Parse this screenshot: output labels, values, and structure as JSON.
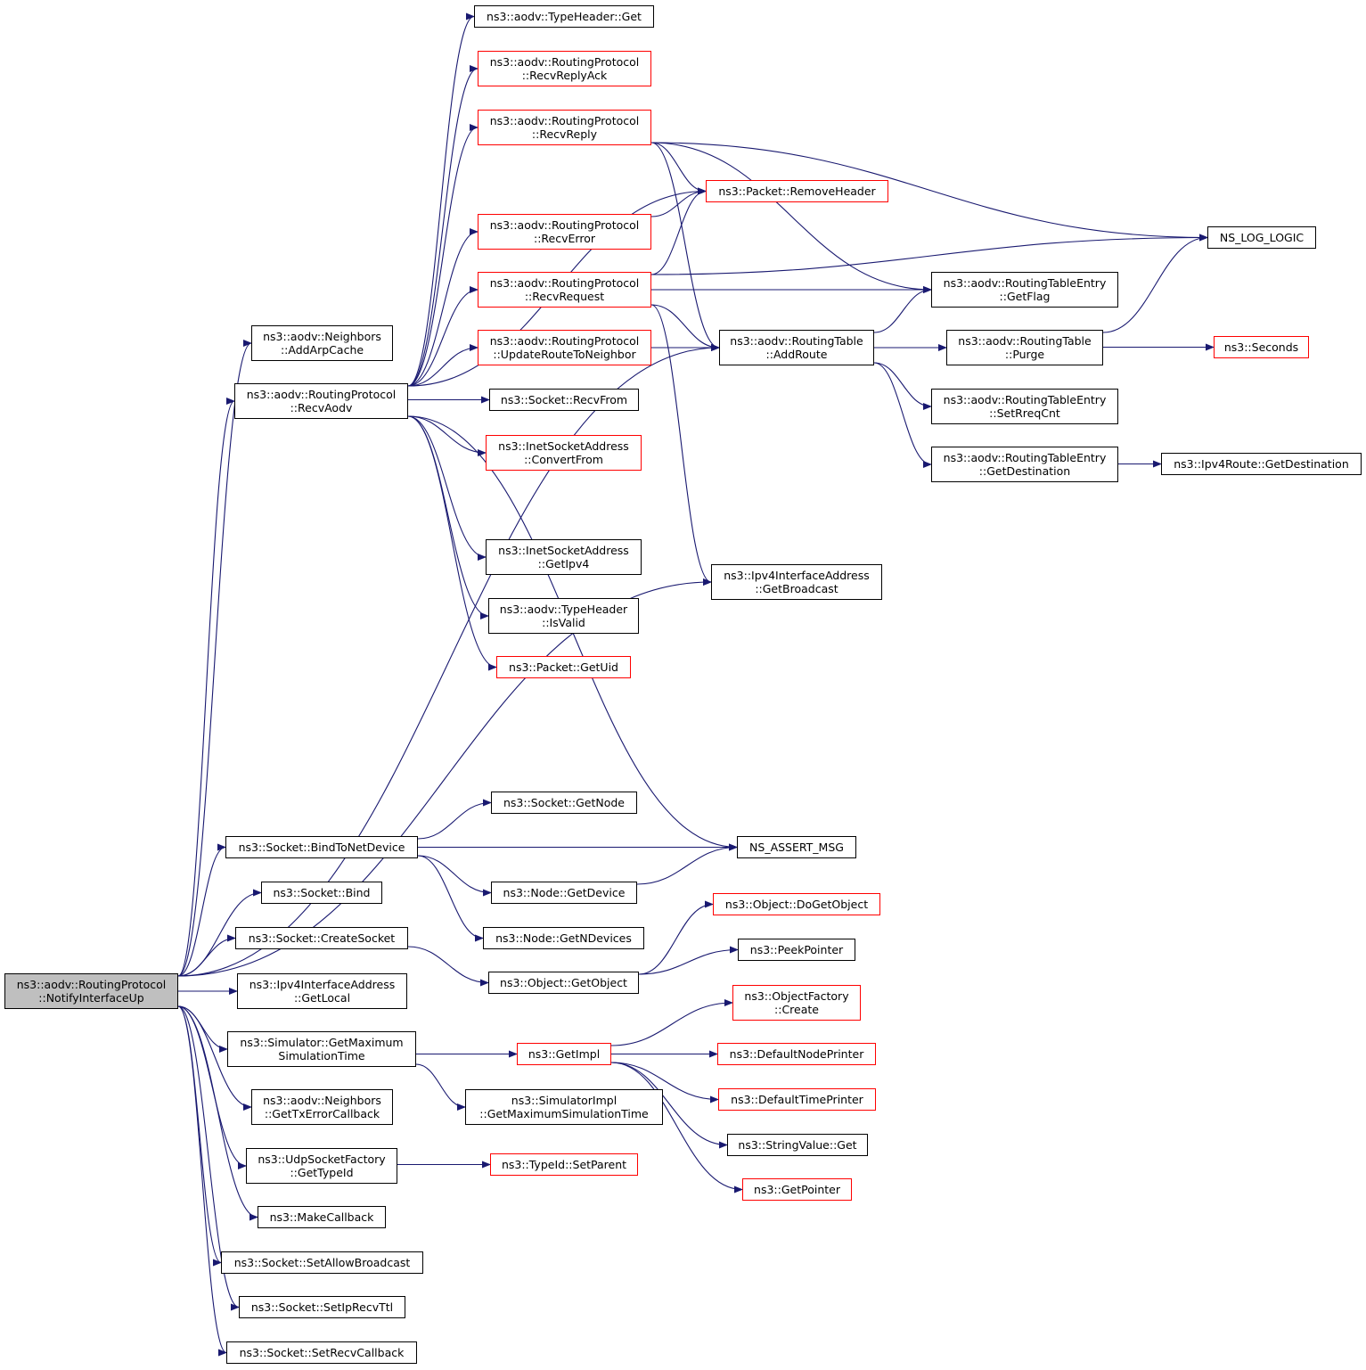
{
  "colors": {
    "edge": "#191970",
    "node_border": "#000000",
    "node_border_truncated": "#ff0000",
    "root_fill": "#bfbfbf"
  },
  "nodes": {
    "notify": {
      "l1": "ns3::aodv::RoutingProtocol",
      "l2": "::NotifyInterfaceUp",
      "border": "black"
    },
    "addarp": {
      "l1": "ns3::aodv::Neighbors",
      "l2": "::AddArpCache",
      "border": "black"
    },
    "recvaodv": {
      "l1": "ns3::aodv::RoutingProtocol",
      "l2": "::RecvAodv",
      "border": "black"
    },
    "typeget": {
      "l1": "ns3::aodv::TypeHeader::Get",
      "border": "black"
    },
    "recvreplyack": {
      "l1": "ns3::aodv::RoutingProtocol",
      "l2": "::RecvReplyAck",
      "border": "red"
    },
    "recvreply": {
      "l1": "ns3::aodv::RoutingProtocol",
      "l2": "::RecvReply",
      "border": "red"
    },
    "removeheader": {
      "l1": "ns3::Packet::RemoveHeader",
      "border": "red"
    },
    "recverror": {
      "l1": "ns3::aodv::RoutingProtocol",
      "l2": "::RecvError",
      "border": "red"
    },
    "recvrequest": {
      "l1": "ns3::aodv::RoutingProtocol",
      "l2": "::RecvRequest",
      "border": "red"
    },
    "updateroute": {
      "l1": "ns3::aodv::RoutingProtocol",
      "l2": "::UpdateRouteToNeighbor",
      "border": "red"
    },
    "recvfrom": {
      "l1": "ns3::Socket::RecvFrom",
      "border": "black"
    },
    "convertfrom": {
      "l1": "ns3::InetSocketAddress",
      "l2": "::ConvertFrom",
      "border": "red"
    },
    "getipv4": {
      "l1": "ns3::InetSocketAddress",
      "l2": "::GetIpv4",
      "border": "black"
    },
    "isvalid": {
      "l1": "ns3::aodv::TypeHeader",
      "l2": "::IsValid",
      "border": "black"
    },
    "getuid": {
      "l1": "ns3::Packet::GetUid",
      "border": "red"
    },
    "nsloglogic": {
      "l1": "NS_LOG_LOGIC",
      "border": "black"
    },
    "getflag": {
      "l1": "ns3::aodv::RoutingTableEntry",
      "l2": "::GetFlag",
      "border": "black"
    },
    "addroute": {
      "l1": "ns3::aodv::RoutingTable",
      "l2": "::AddRoute",
      "border": "black"
    },
    "purge": {
      "l1": "ns3::aodv::RoutingTable",
      "l2": "::Purge",
      "border": "black"
    },
    "seconds": {
      "l1": "ns3::Seconds",
      "border": "red"
    },
    "setrreqcnt": {
      "l1": "ns3::aodv::RoutingTableEntry",
      "l2": "::SetRreqCnt",
      "border": "black"
    },
    "getdestination": {
      "l1": "ns3::aodv::RoutingTableEntry",
      "l2": "::GetDestination",
      "border": "black"
    },
    "ipv4getdest": {
      "l1": "ns3::Ipv4Route::GetDestination",
      "border": "black"
    },
    "getbroadcast": {
      "l1": "ns3::Ipv4InterfaceAddress",
      "l2": "::GetBroadcast",
      "border": "black"
    },
    "sockgetnode": {
      "l1": "ns3::Socket::GetNode",
      "border": "black"
    },
    "bindtonet": {
      "l1": "ns3::Socket::BindToNetDevice",
      "border": "black"
    },
    "nsassert": {
      "l1": "NS_ASSERT_MSG",
      "border": "black"
    },
    "bind": {
      "l1": "ns3::Socket::Bind",
      "border": "black"
    },
    "nodegetdevice": {
      "l1": "ns3::Node::GetDevice",
      "border": "black"
    },
    "getndevices": {
      "l1": "ns3::Node::GetNDevices",
      "border": "black"
    },
    "dogetobject": {
      "l1": "ns3::Object::DoGetObject",
      "border": "red"
    },
    "createsocket": {
      "l1": "ns3::Socket::CreateSocket",
      "border": "black"
    },
    "peekpointer": {
      "l1": "ns3::PeekPointer",
      "border": "black"
    },
    "getobject": {
      "l1": "ns3::Object::GetObject",
      "border": "black"
    },
    "getlocal": {
      "l1": "ns3::Ipv4InterfaceAddress",
      "l2": "::GetLocal",
      "border": "black"
    },
    "objfactorycreate": {
      "l1": "ns3::ObjectFactory",
      "l2": "::Create",
      "border": "red"
    },
    "simmaxtime": {
      "l1": "ns3::Simulator::GetMaximum",
      "l2": "SimulationTime",
      "border": "black"
    },
    "getimpl": {
      "l1": "ns3::GetImpl",
      "border": "red"
    },
    "defnodeprinter": {
      "l1": "ns3::DefaultNodePrinter",
      "border": "red"
    },
    "simimplmax": {
      "l1": "ns3::SimulatorImpl",
      "l2": "::GetMaximumSimulationTime",
      "border": "black"
    },
    "deftimeprinter": {
      "l1": "ns3::DefaultTimePrinter",
      "border": "red"
    },
    "gettxerr": {
      "l1": "ns3::aodv::Neighbors",
      "l2": "::GetTxErrorCallback",
      "border": "black"
    },
    "stringvalueget": {
      "l1": "ns3::StringValue::Get",
      "border": "black"
    },
    "udpgettypeid": {
      "l1": "ns3::UdpSocketFactory",
      "l2": "::GetTypeId",
      "border": "black"
    },
    "setparent": {
      "l1": "ns3::TypeId::SetParent",
      "border": "red"
    },
    "getpointer": {
      "l1": "ns3::GetPointer",
      "border": "red"
    },
    "makecallback": {
      "l1": "ns3::MakeCallback",
      "border": "black"
    },
    "setallowbroadcast": {
      "l1": "ns3::Socket::SetAllowBroadcast",
      "border": "black"
    },
    "setiprecvttl": {
      "l1": "ns3::Socket::SetIpRecvTtl",
      "border": "black"
    },
    "setrecvcallback": {
      "l1": "ns3::Socket::SetRecvCallback",
      "border": "black"
    }
  },
  "edges": [
    [
      "notify",
      "addarp"
    ],
    [
      "notify",
      "recvaodv"
    ],
    [
      "notify",
      "addroute"
    ],
    [
      "notify",
      "getbroadcast"
    ],
    [
      "notify",
      "bindtonet"
    ],
    [
      "notify",
      "bind"
    ],
    [
      "notify",
      "createsocket"
    ],
    [
      "notify",
      "getlocal"
    ],
    [
      "notify",
      "simmaxtime"
    ],
    [
      "notify",
      "gettxerr"
    ],
    [
      "notify",
      "udpgettypeid"
    ],
    [
      "notify",
      "makecallback"
    ],
    [
      "notify",
      "setallowbroadcast"
    ],
    [
      "notify",
      "setiprecvttl"
    ],
    [
      "notify",
      "setrecvcallback"
    ],
    [
      "recvaodv",
      "typeget"
    ],
    [
      "recvaodv",
      "recvreplyack"
    ],
    [
      "recvaodv",
      "recvreply"
    ],
    [
      "recvaodv",
      "removeheader"
    ],
    [
      "recvaodv",
      "recverror"
    ],
    [
      "recvaodv",
      "recvrequest"
    ],
    [
      "recvaodv",
      "updateroute"
    ],
    [
      "recvaodv",
      "recvfrom"
    ],
    [
      "recvaodv",
      "convertfrom"
    ],
    [
      "recvaodv",
      "getipv4"
    ],
    [
      "recvaodv",
      "isvalid"
    ],
    [
      "recvaodv",
      "getuid"
    ],
    [
      "recvaodv",
      "nsassert"
    ],
    [
      "recvreply",
      "removeheader"
    ],
    [
      "recvreply",
      "nsloglogic"
    ],
    [
      "recvreply",
      "getflag"
    ],
    [
      "recvreply",
      "addroute"
    ],
    [
      "recverror",
      "removeheader"
    ],
    [
      "recvrequest",
      "removeheader"
    ],
    [
      "recvrequest",
      "nsloglogic"
    ],
    [
      "recvrequest",
      "getflag"
    ],
    [
      "recvrequest",
      "addroute"
    ],
    [
      "recvrequest",
      "getbroadcast"
    ],
    [
      "updateroute",
      "addroute"
    ],
    [
      "addroute",
      "getflag"
    ],
    [
      "addroute",
      "purge"
    ],
    [
      "addroute",
      "setrreqcnt"
    ],
    [
      "addroute",
      "getdestination"
    ],
    [
      "purge",
      "nsloglogic"
    ],
    [
      "purge",
      "seconds"
    ],
    [
      "getdestination",
      "ipv4getdest"
    ],
    [
      "bindtonet",
      "sockgetnode"
    ],
    [
      "bindtonet",
      "nsassert"
    ],
    [
      "bindtonet",
      "nodegetdevice"
    ],
    [
      "bindtonet",
      "getndevices"
    ],
    [
      "nodegetdevice",
      "nsassert"
    ],
    [
      "createsocket",
      "getobject"
    ],
    [
      "getobject",
      "dogetobject"
    ],
    [
      "getobject",
      "peekpointer"
    ],
    [
      "simmaxtime",
      "getimpl"
    ],
    [
      "simmaxtime",
      "simimplmax"
    ],
    [
      "getimpl",
      "objfactorycreate"
    ],
    [
      "getimpl",
      "defnodeprinter"
    ],
    [
      "getimpl",
      "deftimeprinter"
    ],
    [
      "getimpl",
      "stringvalueget"
    ],
    [
      "getimpl",
      "getpointer"
    ],
    [
      "udpgettypeid",
      "setparent"
    ]
  ]
}
